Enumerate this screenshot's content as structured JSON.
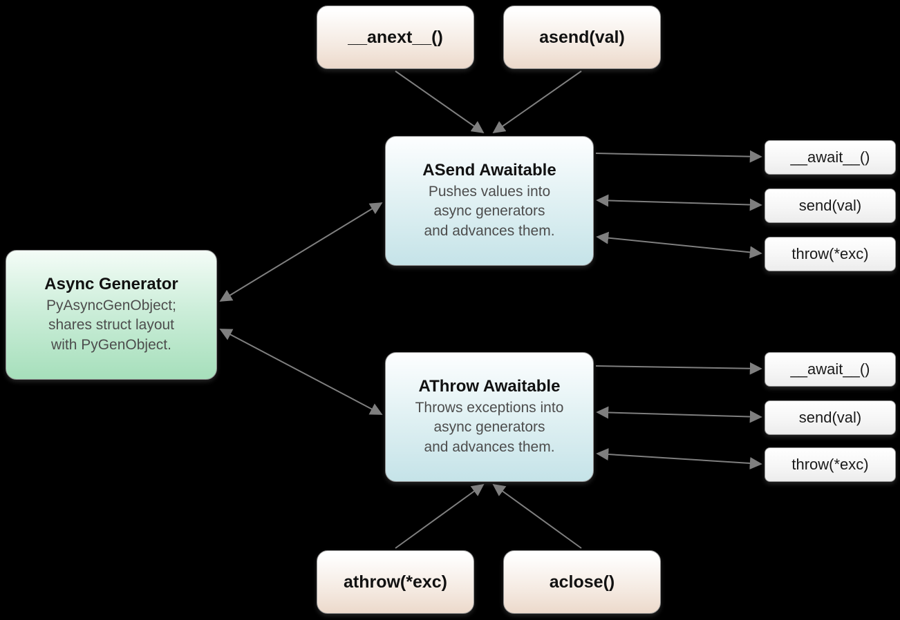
{
  "diagram": {
    "background_color": "#000000",
    "arrow_color": "#7f7f7f",
    "palette": {
      "method_box_fill": "#ecd9cb",
      "generator_box_fill": "#a6dfbb",
      "awaitable_box_fill": "#c5e3e8",
      "small_box_fill": "#ffffff"
    },
    "nodes": {
      "anext": {
        "label": "__anext__()"
      },
      "asend": {
        "label": "asend(val)"
      },
      "asend_awaitable": {
        "title": "ASend Awaitable",
        "body": "Pushes values into\nasync generators\nand advances them."
      },
      "async_generator": {
        "title": "Async Generator",
        "body": "PyAsyncGenObject;\nshares struct layout\nwith PyGenObject."
      },
      "athrow_awaitable": {
        "title": "AThrow Awaitable",
        "body": "Throws exceptions into\nasync generators\nand advances them."
      },
      "await_top": {
        "label": "__await__()"
      },
      "send_top": {
        "label": "send(val)"
      },
      "throw_top": {
        "label": "throw(*exc)"
      },
      "await_bottom": {
        "label": "__await__()"
      },
      "send_bottom": {
        "label": "send(val)"
      },
      "throw_bottom": {
        "label": "throw(*exc)"
      },
      "athrow": {
        "label": "athrow(*exc)"
      },
      "aclose": {
        "label": "aclose()"
      }
    },
    "edges": [
      {
        "from": "anext",
        "to": "asend_awaitable",
        "arrows": "to"
      },
      {
        "from": "asend",
        "to": "asend_awaitable",
        "arrows": "to"
      },
      {
        "from": "async_generator",
        "to": "asend_awaitable",
        "arrows": "both"
      },
      {
        "from": "async_generator",
        "to": "athrow_awaitable",
        "arrows": "both"
      },
      {
        "from": "asend_awaitable",
        "to": "await_top",
        "arrows": "to"
      },
      {
        "from": "send_top",
        "to": "asend_awaitable",
        "arrows": "both"
      },
      {
        "from": "throw_top",
        "to": "asend_awaitable",
        "arrows": "both"
      },
      {
        "from": "athrow_awaitable",
        "to": "await_bottom",
        "arrows": "to"
      },
      {
        "from": "send_bottom",
        "to": "athrow_awaitable",
        "arrows": "both"
      },
      {
        "from": "throw_bottom",
        "to": "athrow_awaitable",
        "arrows": "both"
      },
      {
        "from": "athrow",
        "to": "athrow_awaitable",
        "arrows": "to"
      },
      {
        "from": "aclose",
        "to": "athrow_awaitable",
        "arrows": "to"
      }
    ]
  }
}
